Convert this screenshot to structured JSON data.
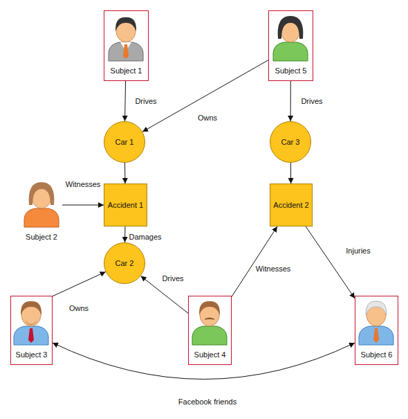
{
  "diagram": {
    "nodes": [
      {
        "text": [
          "Subject 1"
        ]
      },
      {
        "text": [
          "Subject 5"
        ]
      },
      {
        "text": [
          "Car 1"
        ]
      },
      {
        "text": [
          "Car 3"
        ]
      },
      {
        "text": [
          "Subject 2"
        ]
      },
      {
        "text": [
          "Accident 1"
        ]
      },
      {
        "text": [
          "Accident 2"
        ]
      },
      {
        "text": [
          "Car 2"
        ]
      },
      {
        "text": [
          "Subject 3"
        ]
      },
      {
        "text": [
          "Subject 4"
        ]
      },
      {
        "text": [
          "Subject 6"
        ]
      }
    ],
    "edges": [
      {
        "from": 0,
        "to": 2,
        "label": "Drives",
        "arrow": "to"
      },
      {
        "from": 1,
        "to": 2,
        "label": "Owns",
        "arrow": "to"
      },
      {
        "from": 1,
        "to": 3,
        "label": "Drives",
        "arrow": "to"
      },
      {
        "from": 2,
        "to": 5,
        "arrow": "to"
      },
      {
        "from": 4,
        "to": 5,
        "label": "Witnesses",
        "arrow": "to"
      },
      {
        "from": 5,
        "to": 7,
        "label": "Damages",
        "arrow": "to"
      },
      {
        "from": 3,
        "to": 6,
        "arrow": "to"
      },
      {
        "from": 8,
        "to": 7,
        "label": "Owns",
        "arrow": "to"
      },
      {
        "from": 9,
        "to": 7,
        "label": "Drives",
        "arrow": "to"
      },
      {
        "from": 9,
        "to": 6,
        "label": "Witnesses",
        "arrow": "to"
      },
      {
        "from": 6,
        "to": 10,
        "label": "Injuries",
        "arrow": "to"
      },
      {
        "from": 8,
        "to": 10,
        "label": "Facebook friends",
        "arrow": "both"
      }
    ]
  }
}
